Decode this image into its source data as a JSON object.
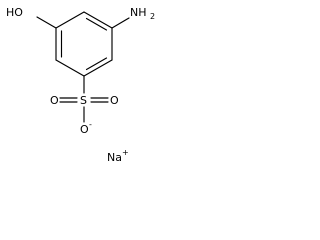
{
  "molecule": {
    "atoms": {
      "hydroxyl": {
        "element": "HO"
      },
      "amino": {
        "element": "NH",
        "subscript": "2"
      },
      "sulfur": {
        "element": "S"
      },
      "oxygen_left": {
        "element": "O"
      },
      "oxygen_right": {
        "element": "O"
      },
      "oxygen_bottom": {
        "element": "O",
        "charge": "-"
      },
      "counterion": {
        "element": "Na",
        "charge": "+"
      }
    }
  },
  "colors": {
    "bond": "#000000",
    "text": "#000000",
    "background": "#ffffff"
  }
}
